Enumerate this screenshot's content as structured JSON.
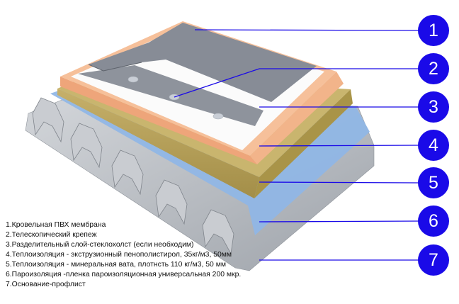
{
  "callouts": [
    "1",
    "2",
    "3",
    "4",
    "5",
    "6",
    "7"
  ],
  "legend": [
    "1.Кровельная ПВХ мембрана",
    "2.Телескопический крепеж",
    "3.Разделительный слой-стеклохолст (если необходим)",
    "4.Теплоизоляция - экструзионный пенополистирол, 35кг/м3, 50мм",
    "5.Теплоизоляция - минеральная вата, плотнсть 110 кг/м3, 50 мм",
    "6.Пароизоляция -пленка пароизоляционная универсальная 200 мкр.",
    "7.Основание-профлист"
  ],
  "colors": {
    "accent": "#1a0ae8",
    "membrane": "#8a8f99",
    "glass_layer": "#ffffff",
    "xps": "#f4b98f",
    "mineral_wool": "#b9a35a",
    "vapor_barrier": "#8fb6e6",
    "deck": "#b8bcc2"
  }
}
